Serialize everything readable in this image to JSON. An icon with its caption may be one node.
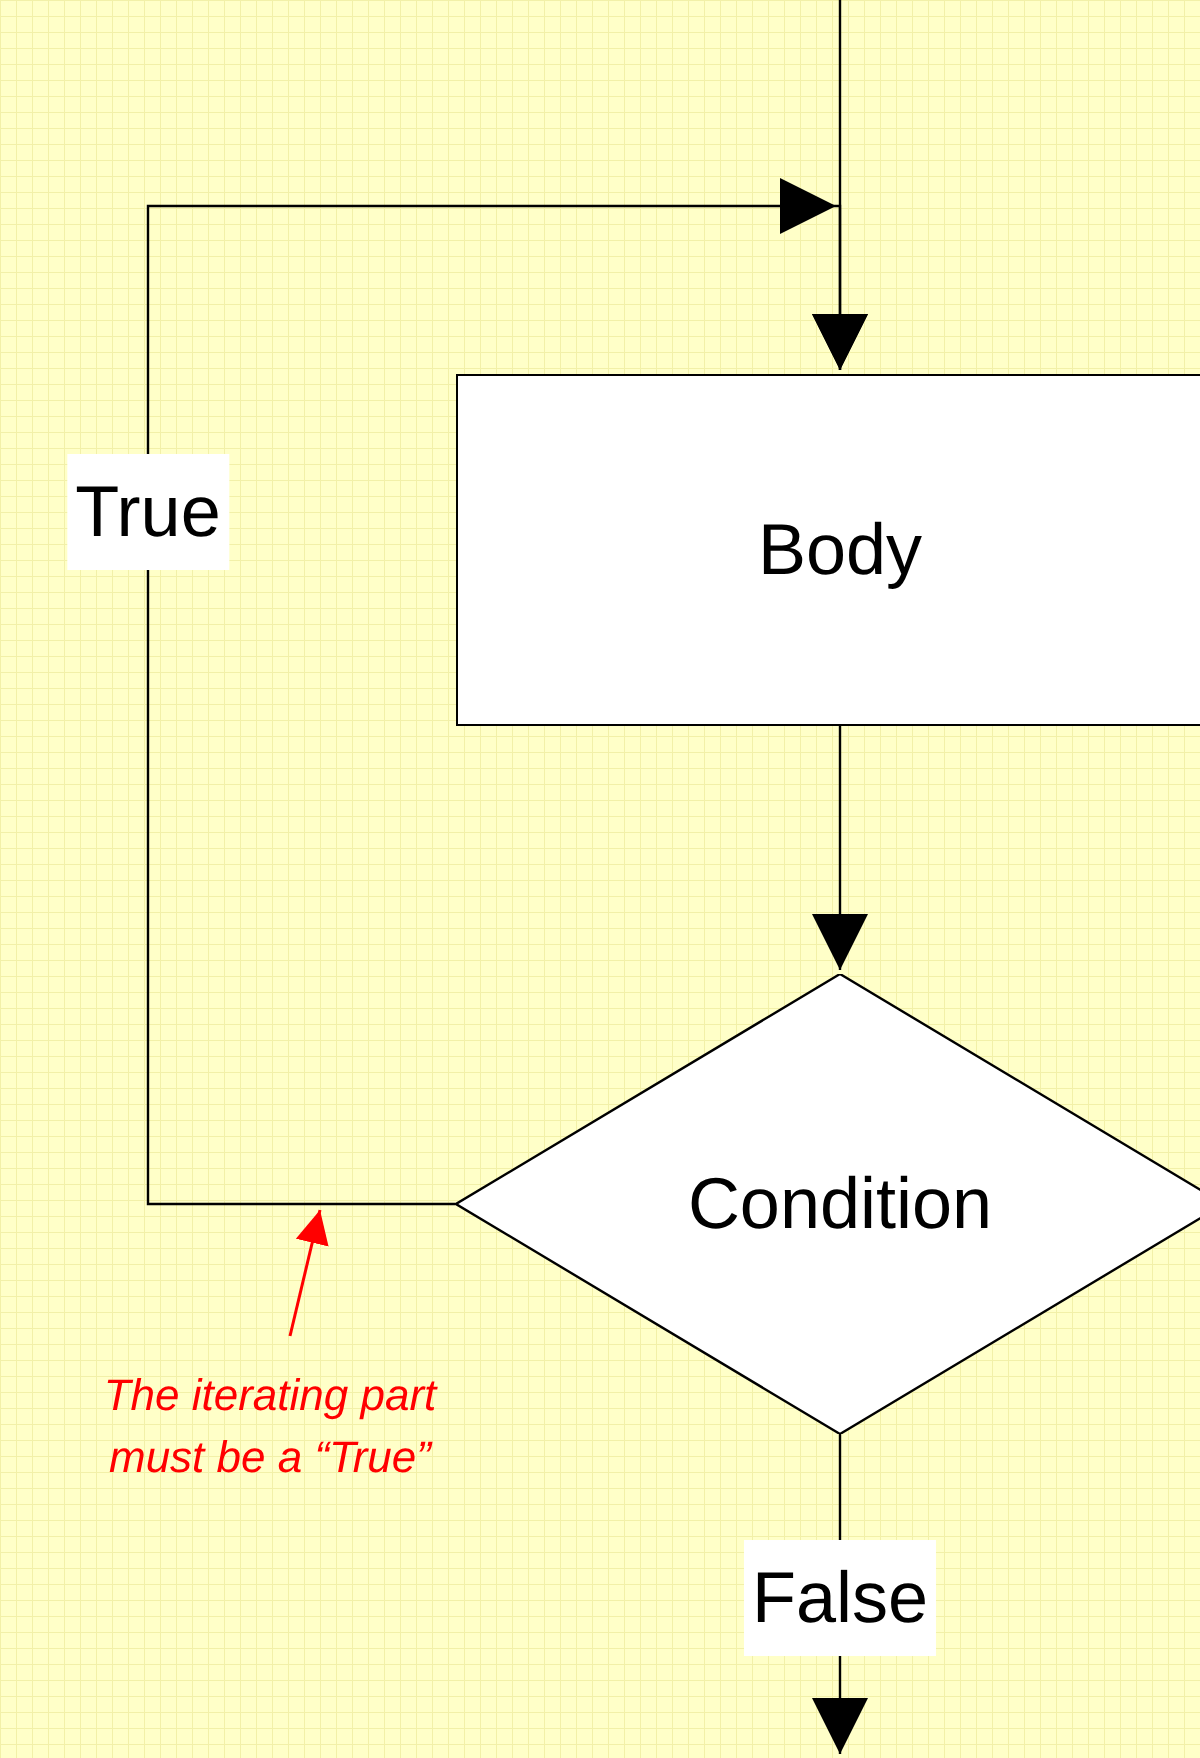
{
  "diagram": {
    "nodes": [
      {
        "text": [
          "Body"
        ]
      },
      {
        "text": [
          "Condition"
        ]
      },
      {
        "text": [
          "The iterating part must be a “True”"
        ]
      }
    ],
    "edges": [
      {
        "from": null,
        "to": 0,
        "arrow": "to"
      },
      {
        "from": 1,
        "to": 0,
        "label": "True",
        "arrow": "to"
      },
      {
        "from": 0,
        "to": 1,
        "arrow": "to"
      },
      {
        "from": 1,
        "to": null,
        "label": "False",
        "arrow": "to"
      },
      {
        "from": 2,
        "to": null,
        "arrow": "to",
        "color": "#ff0000"
      }
    ]
  }
}
